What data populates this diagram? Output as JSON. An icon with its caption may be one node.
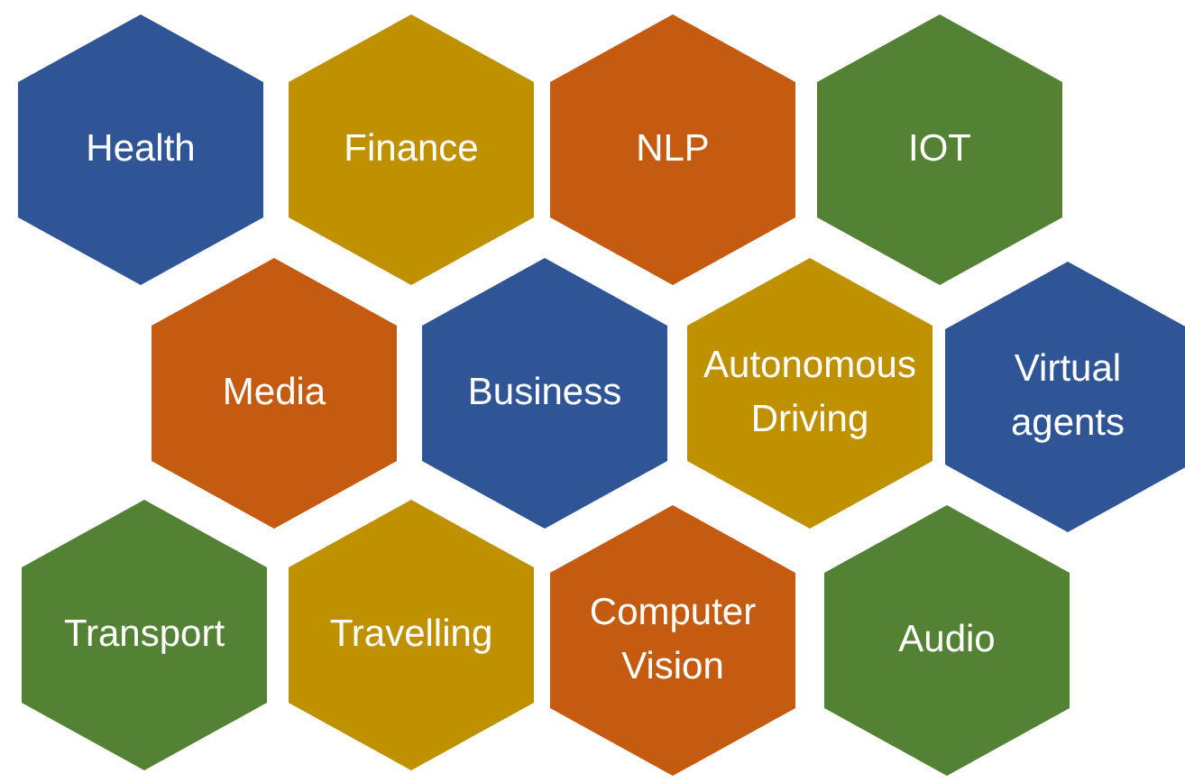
{
  "diagram": {
    "nodes": [
      {
        "text": [
          "Health"
        ]
      },
      {
        "text": [
          "Finance"
        ]
      },
      {
        "text": [
          "NLP"
        ]
      },
      {
        "text": [
          "IOT"
        ]
      },
      {
        "text": [
          "Media"
        ]
      },
      {
        "text": [
          "Business"
        ]
      },
      {
        "text": [
          "Autonomous Driving"
        ]
      },
      {
        "text": [
          "Virtual agents"
        ]
      },
      {
        "text": [
          "Transport"
        ]
      },
      {
        "text": [
          "Travelling"
        ]
      },
      {
        "text": [
          "Computer Vision"
        ]
      },
      {
        "text": [
          "Audio"
        ]
      }
    ]
  }
}
